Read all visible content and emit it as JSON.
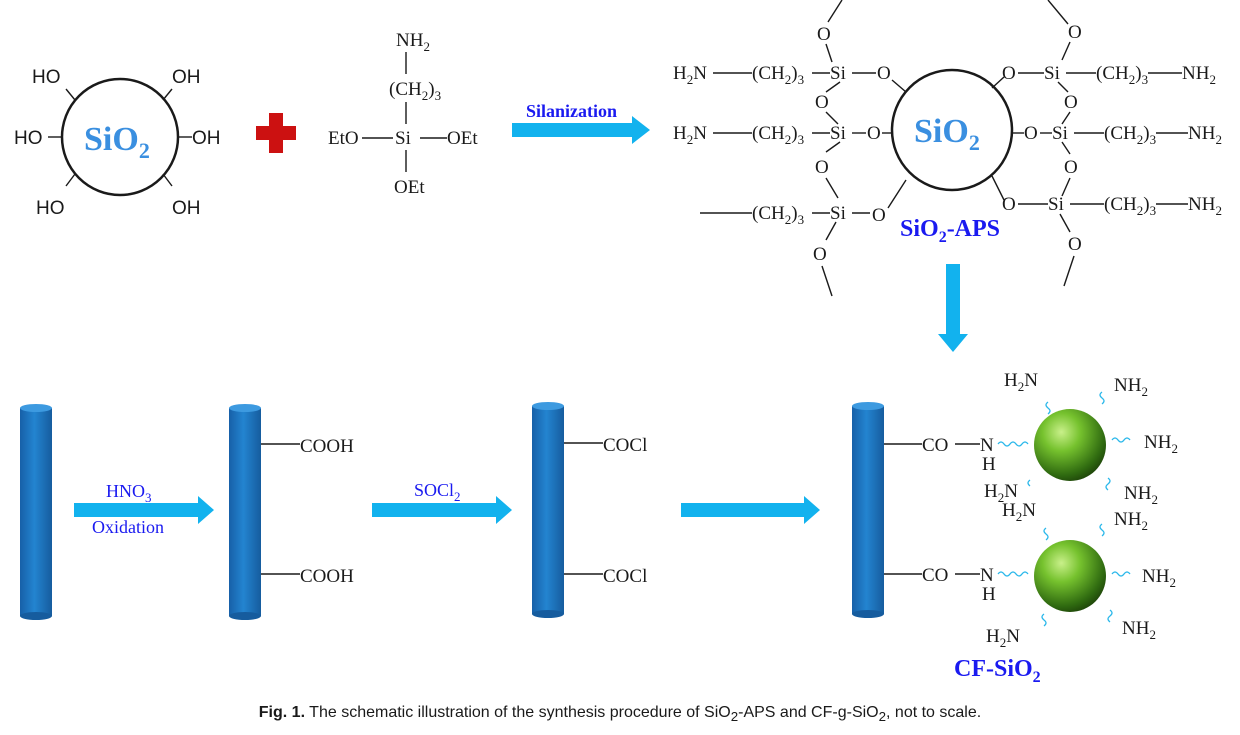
{
  "colors": {
    "arrow": "#12b2ee",
    "fiber": "#1f78c2",
    "sio2_text": "#3a8fe0",
    "label_blue": "#1a1af0",
    "plus": "#cc1111",
    "sphere": "#6dbb2a"
  },
  "reagents": {
    "sio2": {
      "text": "SiO",
      "sub": "2"
    },
    "oh": [
      "HO",
      "OH",
      "HO",
      "OH",
      "HO",
      "OH"
    ],
    "aps": {
      "nh2": "NH",
      "nh2_sub": "2",
      "chain": "(CH",
      "chain_sub1": "2",
      "chain_sub2": "3",
      "si": "Si",
      "oet": [
        "EtO",
        "OEt",
        "OEt"
      ]
    }
  },
  "steps": {
    "silanization": "Silanization",
    "hno3": {
      "text": "HNO",
      "sub": "3"
    },
    "oxidation": "Oxidation",
    "socl2": {
      "text": "SOCl",
      "sub": "2"
    }
  },
  "groups": {
    "cooh": "COOH",
    "cocl": "COCl",
    "co": "CO",
    "nh_n": "N",
    "nh_h": "H",
    "h2n": "H",
    "n": "N",
    "nh2": "NH",
    "two": "2"
  },
  "products": {
    "sio2_aps": {
      "text": "SiO",
      "sub": "2",
      "rest": "-APS"
    },
    "cf_sio2": {
      "text": "CF-SiO",
      "sub": "2"
    }
  },
  "caption": {
    "fig": "Fig. 1.",
    "text": "The schematic illustration of the synthesis procedure of SiO",
    "sub1": "2",
    "mid": "-APS and CF-g-SiO",
    "sub2": "2",
    "end": ", not to scale."
  }
}
